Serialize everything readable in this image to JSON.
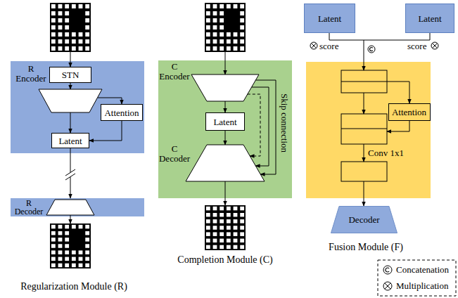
{
  "diagram": {
    "nodes": [
      {
        "text": [
          "R Encoder"
        ]
      },
      {
        "text": [
          "STN"
        ],
        "in": 0
      },
      {
        "text": [
          "Attention"
        ],
        "in": 0
      },
      {
        "text": [
          "Latent"
        ],
        "in": 0
      },
      {
        "text": [
          "R Decoder"
        ]
      },
      {
        "text": [
          "C Encoder",
          "C Decoder"
        ]
      },
      {
        "text": [
          "Latent"
        ],
        "in": 5
      },
      {
        "text": [
          "Latent"
        ]
      },
      {
        "text": [
          "Latent"
        ]
      },
      {
        "text": [
          "Attention"
        ]
      },
      {
        "text": [
          "Decoder"
        ]
      }
    ],
    "edges": [
      {
        "from": 2,
        "to": 3,
        "arrow": "to"
      },
      {
        "from": 3,
        "to": 4,
        "arrow": "to"
      }
    ],
    "labels": [
      "score",
      "score",
      "Skip connection",
      "Conv 1x1",
      "Regularization Module (R)",
      "Completion Module (C)",
      "Fusion Module (F)"
    ],
    "legend": [
      {
        "text": "Concatenation"
      },
      {
        "text": "Multiplication"
      }
    ]
  }
}
